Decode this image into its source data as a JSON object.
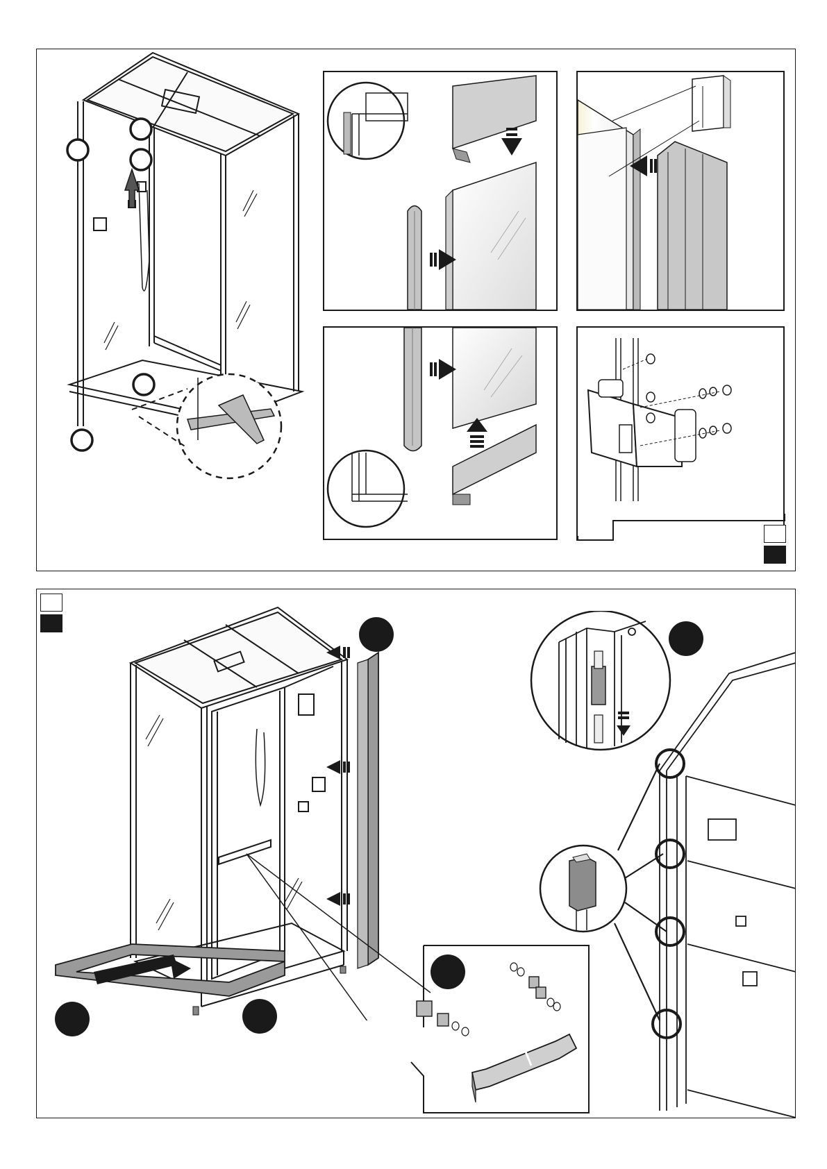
{
  "colors": {
    "ink": "#1a1a1a",
    "glass": "#eeeeee",
    "profile": "#c9c9c9",
    "profile_dark": "#8c8c8c",
    "step_badge": "#1a1a1a",
    "swatch_light": "#ffffff",
    "swatch_dark": "#1a1a1a"
  },
  "icons": {
    "direction_arrow": "arrow-icon",
    "detail_callout": "circle-callout-icon",
    "step_marker": "filled-circle-badge-icon"
  },
  "top_sheet": {
    "legend": [
      "swatch-light",
      "swatch-dark"
    ]
  },
  "bottom_sheet": {
    "legend": [
      "swatch-light",
      "swatch-dark"
    ]
  }
}
